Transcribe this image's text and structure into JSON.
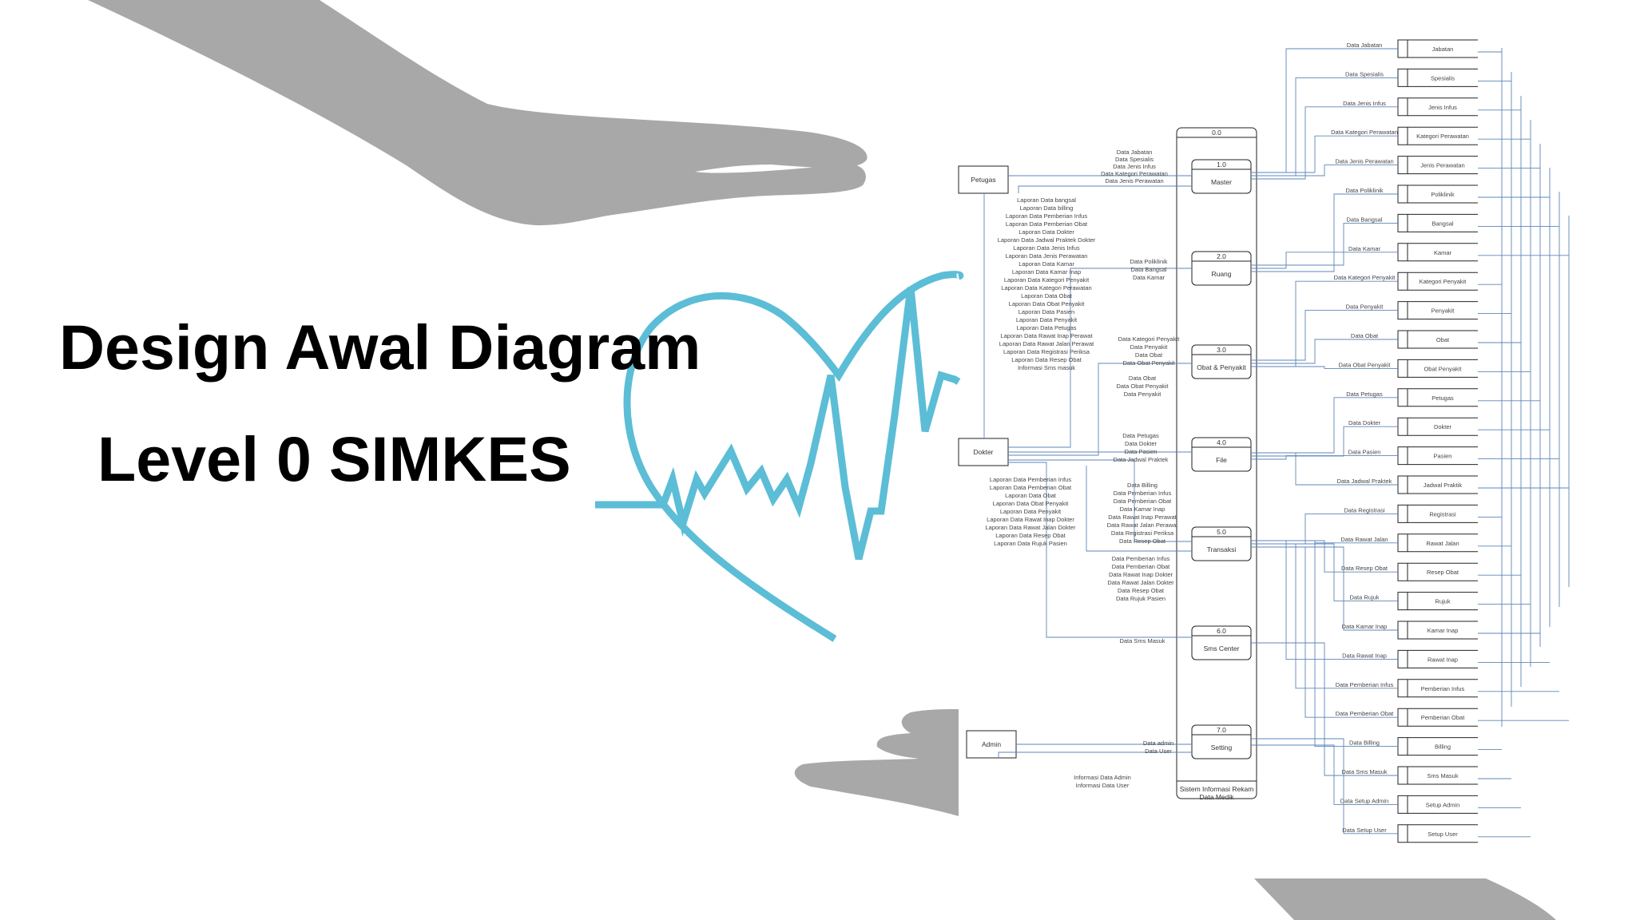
{
  "title": {
    "line1": "Design Awal Diagram",
    "line2": "Level 0 SIMKES"
  },
  "colors": {
    "heart": "#5cbdd6",
    "hand": "#a8a8a8",
    "flow": "#5d86b8"
  },
  "dfd": {
    "system_id": "0.0",
    "system_name_line1": "Sistem Informasi Rekam",
    "system_name_line2": "Data Medik",
    "entities": [
      {
        "name": "Petugas"
      },
      {
        "name": "Dokter"
      },
      {
        "name": "Admin"
      }
    ],
    "processes": [
      {
        "id": "1.0",
        "name": "Master"
      },
      {
        "id": "2.0",
        "name": "Ruang"
      },
      {
        "id": "3.0",
        "name": "Obat & Penyakit"
      },
      {
        "id": "4.0",
        "name": "File"
      },
      {
        "id": "5.0",
        "name": "Transaksi"
      },
      {
        "id": "6.0",
        "name": "Sms Center"
      },
      {
        "id": "7.0",
        "name": "Setting"
      }
    ],
    "stores": [
      {
        "name": "Jabatan",
        "flow": "Data Jabatan"
      },
      {
        "name": "Spesialis",
        "flow": "Data Spesialis"
      },
      {
        "name": "Jenis Infus",
        "flow": "Data Jenis Infus"
      },
      {
        "name": "Kategori Perawatan",
        "flow": "Data Kategori Perawatan"
      },
      {
        "name": "Jenis Perawatan",
        "flow": "Data Jenis Perawatan"
      },
      {
        "name": "Poliklinik",
        "flow": "Data Poliklinik"
      },
      {
        "name": "Bangsal",
        "flow": "Data Bangsal"
      },
      {
        "name": "Kamar",
        "flow": "Data Kamar"
      },
      {
        "name": "Kategori Penyakit",
        "flow": "Data Kategori Penyakit"
      },
      {
        "name": "Penyakit",
        "flow": "Data Penyakit"
      },
      {
        "name": "Obat",
        "flow": "Data Obat"
      },
      {
        "name": "Obat Penyakit",
        "flow": "Data Obat Penyakit"
      },
      {
        "name": "Petugas",
        "flow": "Data Petugas"
      },
      {
        "name": "Dokter",
        "flow": "Data Dokter"
      },
      {
        "name": "Pasien",
        "flow": "Data Pasien"
      },
      {
        "name": "Jadwal Praktik",
        "flow": "Data Jadwal Praktek"
      },
      {
        "name": "Registrasi",
        "flow": "Data Registrasi"
      },
      {
        "name": "Rawat Jalan",
        "flow": "Data Rawat Jalan"
      },
      {
        "name": "Resep Obat",
        "flow": "Data Resep Obat"
      },
      {
        "name": "Rujuk",
        "flow": "Data Rujuk"
      },
      {
        "name": "Kamar Inap",
        "flow": "Data Kamar Inap"
      },
      {
        "name": "Rawat Inap",
        "flow": "Data Rawat Inap"
      },
      {
        "name": "Pemberian Infus",
        "flow": "Data Pemberian Infus"
      },
      {
        "name": "Pemberian Obat",
        "flow": "Data Pemberian Obat"
      },
      {
        "name": "Billing",
        "flow": "Data Billing"
      },
      {
        "name": "Sms Masuk",
        "flow": "Data Sms Masuk"
      },
      {
        "name": "Setup Admin",
        "flow": "Data Setup Admin"
      },
      {
        "name": "Setup User",
        "flow": "Data Setup User"
      }
    ],
    "flows": {
      "petugas_to_master": [
        "Data Jabatan",
        "Data Spesialis",
        "Data Jenis Infus",
        "Data Kategori Perawatan",
        "Data Jenis Perawatan"
      ],
      "reports_to_petugas": [
        "Laporan Data bangsal",
        "Laporan Data billing",
        "Laporan Data Pemberian Infus",
        "Laporan Data Pemberian Obat",
        "Laporan Data Dokter",
        "Laporan Data Jadwal Praktek Dokter",
        "Laporan Data Jenis Infus",
        "Laporan Data Jenis Perawatan",
        "Laporan Data Kamar",
        "Laporan Data Kamar Inap",
        "Laporan Data Kategori Penyakit",
        "Laporan Data Kategori Perawatan",
        "Laporan Data Obat",
        "Laporan Data Obat Penyakit",
        "Laporan Data Pasien",
        "Laporan Data Penyakit",
        "Laporan Data Petugas",
        "Laporan Data Rawat Inap Perawat",
        "Laporan Data Rawat Jalan Perawat",
        "Laporan Data Registrasi Periksa",
        "Laporan Data Resep Obat",
        "Informasi Sms masuk"
      ],
      "to_ruang": [
        "Data Poliklinik",
        "Data Bangsal",
        "Data Kamar"
      ],
      "to_obat_penyakit": [
        "Data Kategori Penyakit",
        "Data Penyakit",
        "Data Obat",
        "Data Obat Penyakit"
      ],
      "dokter_obat": [
        "Data Obat",
        "Data Obat Penyakit",
        "Data Penyakit"
      ],
      "to_file": [
        "Data Petugas",
        "Data Dokter",
        "Data Pasien",
        "Data Jadwal Praktek"
      ],
      "to_transaksi": [
        "Data Billing",
        "Data Pemberian Infus",
        "Data Pemberian Obat",
        "Data Kamar Inap",
        "Data Rawat Inap Perawat",
        "Data Rawat Jalan Perawat",
        "Data Registrasi Periksa",
        "Data Resep Obat"
      ],
      "reports_to_dokter": [
        "Laporan Data Pemberian Infus",
        "Laporan Data Pemberian Obat",
        "Laporan Data Obat",
        "Laporan Data Obat Penyakit",
        "Laporan Data Penyakit",
        "Laporan Data Rawat Inap Dokter",
        "Laporan Data Rawat Jalan Dokter",
        "Laporan Data Resep Obat",
        "Laporan Data Rujuk Pasien"
      ],
      "dokter_to_transaksi": [
        "Data Pemberian Infus",
        "Data Pemberian Obat",
        "Data Rawat Inap Dokter",
        "Data Rawat Jalan Dokter",
        "Data Resep Obat",
        "Data Rujuk Pasien"
      ],
      "to_sms": [
        "Data Sms Masuk"
      ],
      "admin_to_setting": [
        "Data admin",
        "Data User"
      ],
      "setting_to_admin": [
        "Informasi Data Admin",
        "Informasi Data User"
      ]
    }
  }
}
